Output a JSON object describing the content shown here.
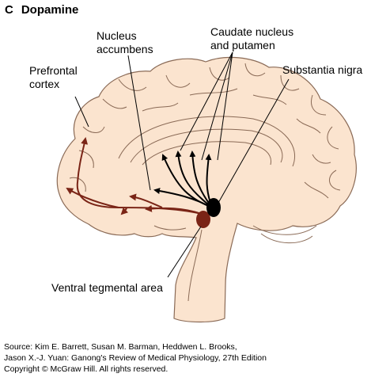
{
  "figure": {
    "letter": "C",
    "title": "Dopamine"
  },
  "labels": {
    "nucleus_accumbens": [
      "Nucleus",
      "accumbens"
    ],
    "caudate_putamen": [
      "Caudate nucleus",
      "and putamen"
    ],
    "substantia_nigra": "Substantia nigra",
    "prefrontal_cortex": [
      "Prefrontal",
      "cortex"
    ],
    "ventral_tegmental_area": "Ventral tegmental area"
  },
  "source": [
    "Source: Kim E. Barrett, Susan M. Barman, Heddwen L. Brooks,",
    "Jason X.-J. Yuan: Ganong's Review of Medical Physiology, 27th Edition",
    "Copyright © McGraw Hill. All rights reserved."
  ],
  "colors": {
    "brain_fill": "#fbe4cf",
    "outline": "#8a6a56",
    "mesocortical_pathway": "#7a2416",
    "nigrostriatal_pathway": "#000000",
    "vta_nucleus": "#7a2416"
  }
}
